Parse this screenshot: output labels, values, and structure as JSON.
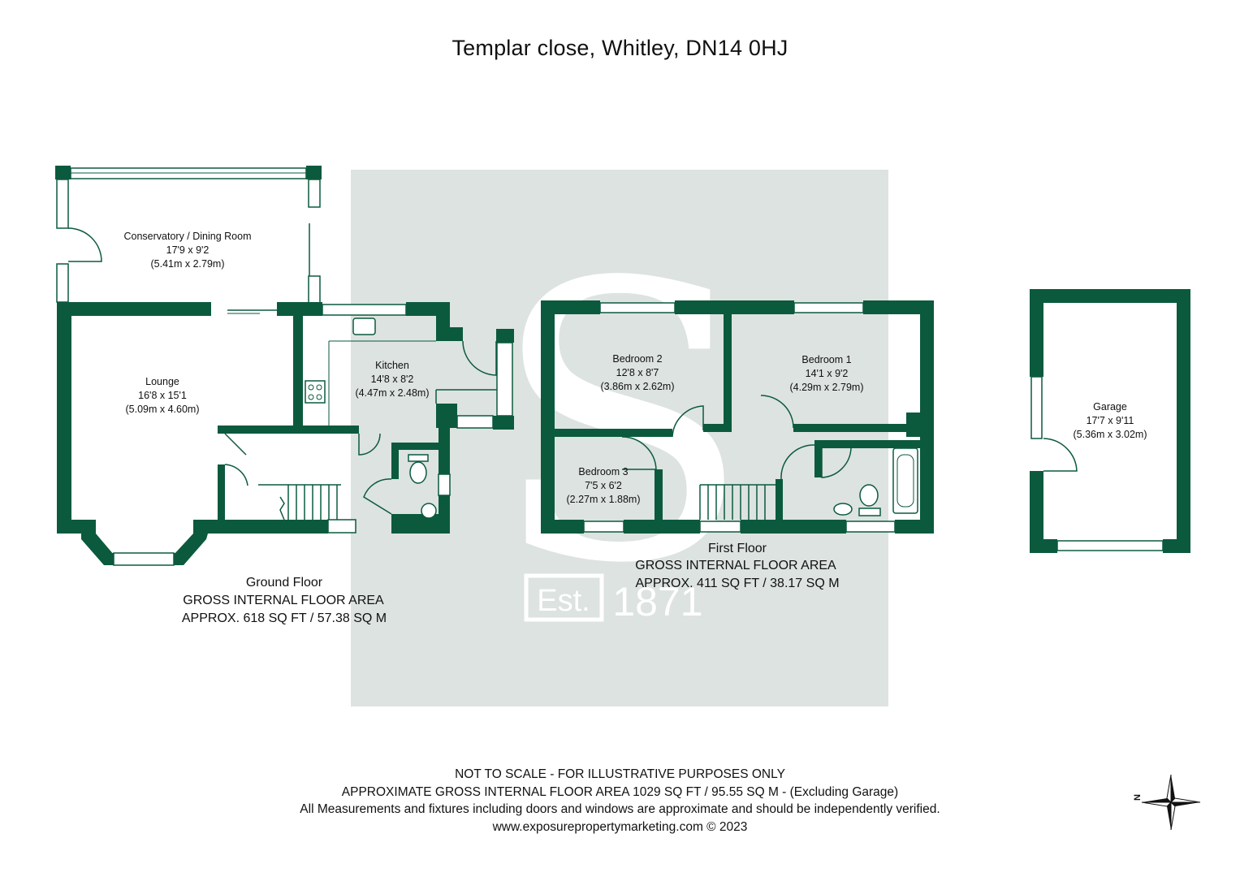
{
  "title": "Templar close, Whitley, DN14 0HJ",
  "colors": {
    "wall": "#0b5a3e",
    "watermark": "#dde3e0",
    "text": "#111111"
  },
  "watermark": {
    "badge": "Est.",
    "year": "1871",
    "letter": "S"
  },
  "rooms": {
    "conservatory": {
      "name": "Conservatory  / Dining Room",
      "imperial": "17'9 x 9'2",
      "metric": "(5.41m x 2.79m)"
    },
    "lounge": {
      "name": "Lounge",
      "imperial": "16'8 x 15'1",
      "metric": "(5.09m x 4.60m)"
    },
    "kitchen": {
      "name": "Kitchen",
      "imperial": "14'8 x 8'2",
      "metric": "(4.47m x 2.48m)"
    },
    "bedroom2": {
      "name": "Bedroom 2",
      "imperial": "12'8 x 8'7",
      "metric": "(3.86m x 2.62m)"
    },
    "bedroom1": {
      "name": "Bedroom 1",
      "imperial": "14'1 x 9'2",
      "metric": "(4.29m x 2.79m)"
    },
    "bedroom3": {
      "name": "Bedroom 3",
      "imperial": "7'5 x 6'2",
      "metric": "(2.27m x 1.88m)"
    },
    "garage": {
      "name": "Garage",
      "imperial": "17'7 x 9'11",
      "metric": "(5.36m x 3.02m)"
    }
  },
  "floors": {
    "ground": {
      "name": "Ground Floor",
      "line1": "GROSS INTERNAL FLOOR AREA",
      "line2": "APPROX. 618 SQ FT / 57.38 SQ M"
    },
    "first": {
      "name": "First Floor",
      "line1": "GROSS INTERNAL FLOOR AREA",
      "line2": "APPROX. 411 SQ FT / 38.17 SQ M"
    }
  },
  "footer": {
    "line1": "NOT TO SCALE - FOR ILLUSTRATIVE PURPOSES ONLY",
    "line2": "APPROXIMATE GROSS INTERNAL FLOOR AREA 1029 SQ FT / 95.55 SQ M - (Excluding Garage)",
    "line3": "All Measurements and fixtures including doors and windows are approximate and should be independently verified.",
    "line4": "www.exposurepropertymarketing.com © 2023"
  },
  "compass": {
    "north_label": "N",
    "icon": "compass-rose-icon"
  }
}
